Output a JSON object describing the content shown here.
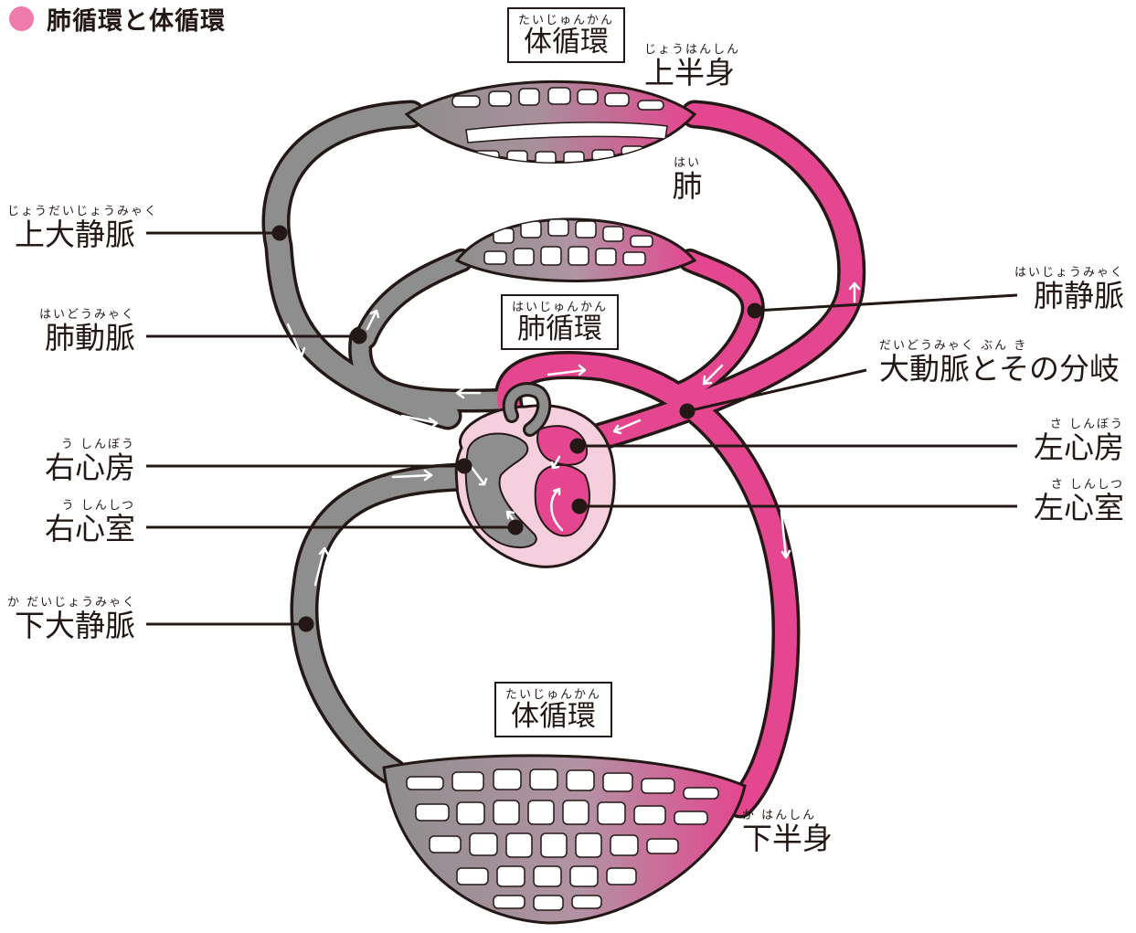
{
  "title": "肺循環と体循環",
  "colors": {
    "vein": "#8e8e8e",
    "artery": "#e4468f",
    "title_dot": "#f07aae",
    "heart_bg": "#f6cfdf"
  },
  "boxes": {
    "systemic_top": {
      "ruby": "たいじゅんかん",
      "text": "体循環"
    },
    "pulmonary": {
      "ruby": "はいじゅんかん",
      "text": "肺循環"
    },
    "systemic_bottom": {
      "ruby": "たいじゅんかん",
      "text": "体循環"
    }
  },
  "regions": {
    "upper_body": {
      "ruby": "じょうはんしん",
      "text": "上半身"
    },
    "lung": {
      "ruby": "はい",
      "text": "肺"
    },
    "lower_body": {
      "ruby": "か はんしん",
      "text": "下半身"
    }
  },
  "labels_left": {
    "superior_vena_cava": {
      "ruby": "じょうだいじょうみゃく",
      "text": "上大静脈"
    },
    "pulmonary_artery": {
      "ruby": "はいどうみゃく",
      "text": "肺動脈"
    },
    "right_atrium": {
      "ruby": "う しんぼう",
      "text": "右心房"
    },
    "right_ventricle": {
      "ruby": "う しんしつ",
      "text": "右心室"
    },
    "inferior_vena_cava": {
      "ruby": "か だいじょうみゃく",
      "text": "下大静脈"
    }
  },
  "labels_right": {
    "pulmonary_vein": {
      "ruby": "はいじょうみゃく",
      "text": "肺静脈"
    },
    "aorta": {
      "ruby": "だいどうみゃく ぶん き",
      "text": "大動脈とその分岐"
    },
    "left_atrium": {
      "ruby": "さ しんぼう",
      "text": "左心房"
    },
    "left_ventricle": {
      "ruby": "さ しんしつ",
      "text": "左心室"
    }
  }
}
